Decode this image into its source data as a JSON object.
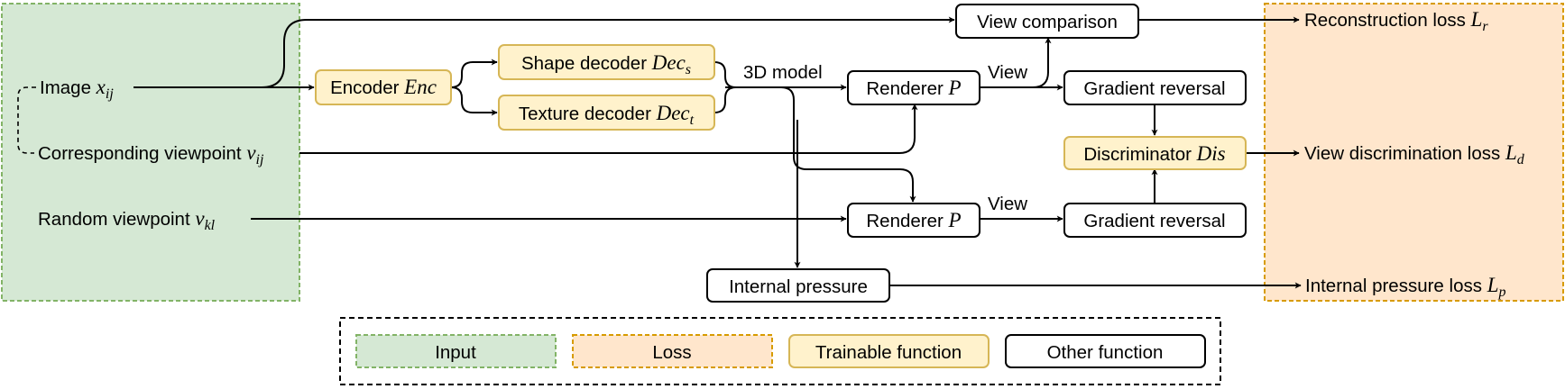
{
  "nodes": {
    "image": {
      "text": "Image ",
      "var": "x",
      "sub": "ij"
    },
    "corresponding_viewpoint": {
      "text": "Corresponding viewpoint ",
      "var": "v",
      "sub": "ij"
    },
    "random_viewpoint": {
      "text": "Random viewpoint ",
      "var": "v",
      "sub": "kl"
    },
    "encoder": {
      "text": "Encoder ",
      "var": "Enc",
      "sub": ""
    },
    "shape_decoder": {
      "text": "Shape decoder ",
      "var": "Dec",
      "sub": "s"
    },
    "texture_decoder": {
      "text": "Texture decoder ",
      "var": "Dec",
      "sub": "t"
    },
    "renderer_top": {
      "text": "Renderer ",
      "var": "P",
      "sub": ""
    },
    "renderer_bottom": {
      "text": "Renderer ",
      "var": "P",
      "sub": ""
    },
    "view_comparison": {
      "text": "View comparison"
    },
    "gradient_reversal_top": {
      "text": "Gradient reversal"
    },
    "gradient_reversal_bottom": {
      "text": "Gradient reversal"
    },
    "discriminator": {
      "text": "Discriminator ",
      "var": "Dis",
      "sub": ""
    },
    "internal_pressure": {
      "text": "Internal pressure"
    },
    "reconstruction_loss": {
      "text": "Reconstruction loss ",
      "var": "L",
      "sub": "r"
    },
    "view_discrimination_loss": {
      "text": "View discrimination loss ",
      "var": "L",
      "sub": "d"
    },
    "internal_pressure_loss": {
      "text": "Internal pressure loss ",
      "var": "L",
      "sub": "p"
    }
  },
  "edge_labels": {
    "model": "3D model",
    "view_top": "View",
    "view_bottom": "View"
  },
  "legend": {
    "input": "Input",
    "loss": "Loss",
    "trainable": "Trainable function",
    "other": "Other function"
  },
  "colors": {
    "input_fill": "#d5e8d4",
    "input_stroke": "#82b366",
    "loss_fill": "#ffe6cc",
    "loss_stroke": "#d79b00",
    "trainable_fill": "#fff2cc",
    "trainable_stroke": "#d6b656",
    "other_fill": "#ffffff",
    "other_stroke": "#000000"
  }
}
